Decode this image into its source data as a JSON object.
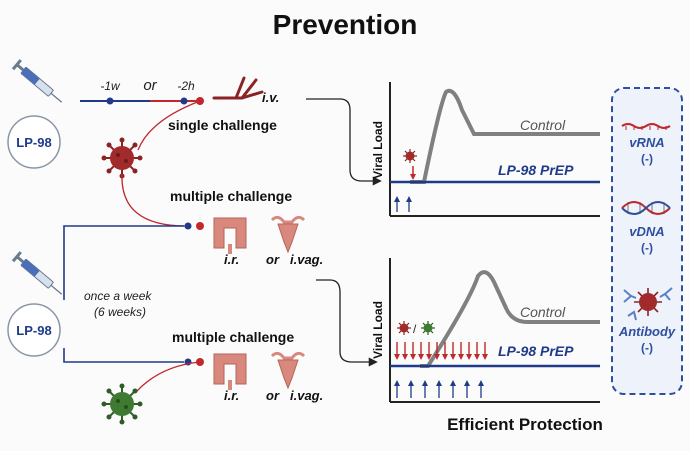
{
  "title": "Prevention",
  "drug": {
    "name_top": "LP-98",
    "name_bottom": "LP-98",
    "dosing_schedule": "once a week\n(6 weeks)"
  },
  "timeline": {
    "t1": "-1w",
    "or": "or",
    "t2": "-2h",
    "route": "i.v."
  },
  "challenges": {
    "single": "single challenge",
    "multiple_1": "multiple challenge",
    "multiple_2": "multiple challenge"
  },
  "routes": {
    "rectal": "i.r.",
    "or": "or",
    "vaginal": "i.vag."
  },
  "plots": {
    "ylabel": "Viral Load",
    "control": "Control",
    "prep": "LP-98 PrEP",
    "xlabel": "Efficient Protection"
  },
  "readouts": [
    {
      "name": "vRNA",
      "result": "(-)"
    },
    {
      "name": "vDNA",
      "result": "(-)"
    },
    {
      "name": "Antibody",
      "result": "(-)"
    }
  ],
  "colors": {
    "navy": "#1f3a8a",
    "red": "#c0282d",
    "virus_red": "#a12a2a",
    "virus_green": "#3e7a32",
    "control_gray": "#808080",
    "dash_border": "#2e4fa0",
    "panel_bg": "#eef2fa",
    "tissue": "#d9887d"
  }
}
